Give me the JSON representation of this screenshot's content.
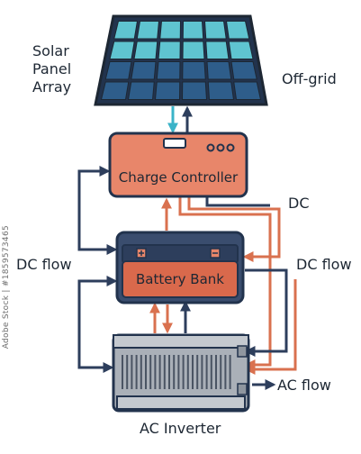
{
  "labels": {
    "solar_array_lines": [
      "Solar",
      "Panel",
      "Array"
    ],
    "off_grid": "Off-grid",
    "charge_controller": "Charge Controller",
    "dc": "DC",
    "dc_flow_left": "DC flow",
    "dc_flow_right": "DC flow",
    "battery_bank": "Battery Bank",
    "ac_flow": "AC flow",
    "ac_inverter": "AC Inverter"
  },
  "watermark": "Adobe Stock | #1859573465",
  "colors": {
    "outline": "#2a3a55",
    "panel_light": "#5fc4d0",
    "panel_dark": "#2e5d8a",
    "controller_fill": "#e8866a",
    "battery_fill": "#d9694c",
    "battery_case": "#3a4d6e",
    "inverter_fill": "#aab0b8",
    "flow_navy": "#2d3e5c",
    "flow_orange": "#d9714f",
    "flow_cyan": "#3bb3c8"
  }
}
